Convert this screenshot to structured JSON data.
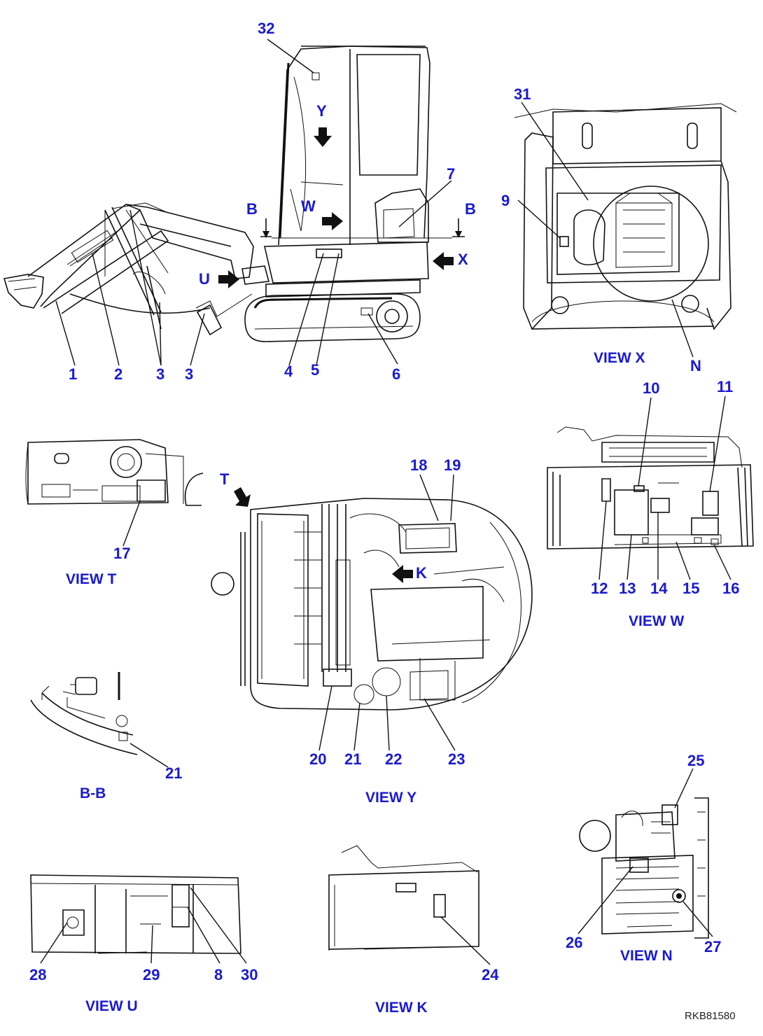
{
  "figure": {
    "code": "RKB81580",
    "callouts": [
      "1",
      "2",
      "3",
      "3",
      "4",
      "5",
      "6",
      "7",
      "8",
      "9",
      "10",
      "11",
      "12",
      "13",
      "14",
      "15",
      "16",
      "17",
      "18",
      "19",
      "20",
      "21",
      "21",
      "22",
      "23",
      "24",
      "25",
      "26",
      "27",
      "28",
      "29",
      "30",
      "31",
      "32"
    ],
    "arrow_letters": [
      "Y",
      "W",
      "B",
      "B",
      "U",
      "X",
      "T",
      "K"
    ],
    "section_letters": [
      "N"
    ],
    "views": {
      "x": "VIEW X",
      "t": "VIEW T",
      "w": "VIEW W",
      "bb": "B-B",
      "y": "VIEW Y",
      "n": "VIEW N",
      "u": "VIEW U",
      "k": "VIEW K"
    }
  }
}
